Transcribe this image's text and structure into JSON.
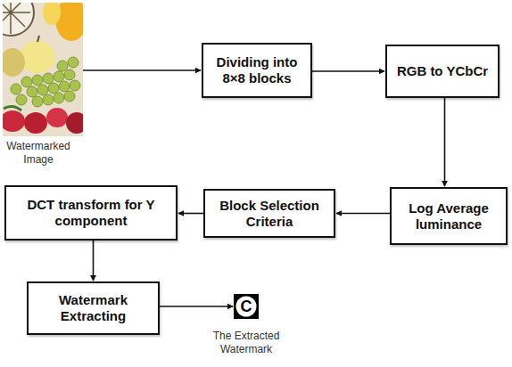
{
  "diagram": {
    "nodes": [
      {
        "text": [
          "Watermarked Image"
        ]
      },
      {
        "text": [
          "Dividing into 8×8 blocks"
        ]
      },
      {
        "text": [
          "RGB to YCbCr"
        ]
      },
      {
        "text": [
          "Log Average luminance"
        ]
      },
      {
        "text": [
          "Block Selection Criteria"
        ]
      },
      {
        "text": [
          "DCT transform for Y component"
        ]
      },
      {
        "text": [
          "Watermark Extracting"
        ]
      },
      {
        "text": [
          "C",
          "The Extracted Watermark"
        ]
      }
    ],
    "edges": [
      {
        "from": 0,
        "to": 1,
        "arrow": "to"
      },
      {
        "from": 1,
        "to": 2,
        "arrow": "to"
      },
      {
        "from": 2,
        "to": 3,
        "arrow": "to"
      },
      {
        "from": 3,
        "to": 4,
        "arrow": "to"
      },
      {
        "from": 4,
        "to": 5,
        "arrow": "to"
      },
      {
        "from": 5,
        "to": 6,
        "arrow": "to"
      },
      {
        "from": 6,
        "to": 7,
        "arrow": "to"
      }
    ]
  }
}
